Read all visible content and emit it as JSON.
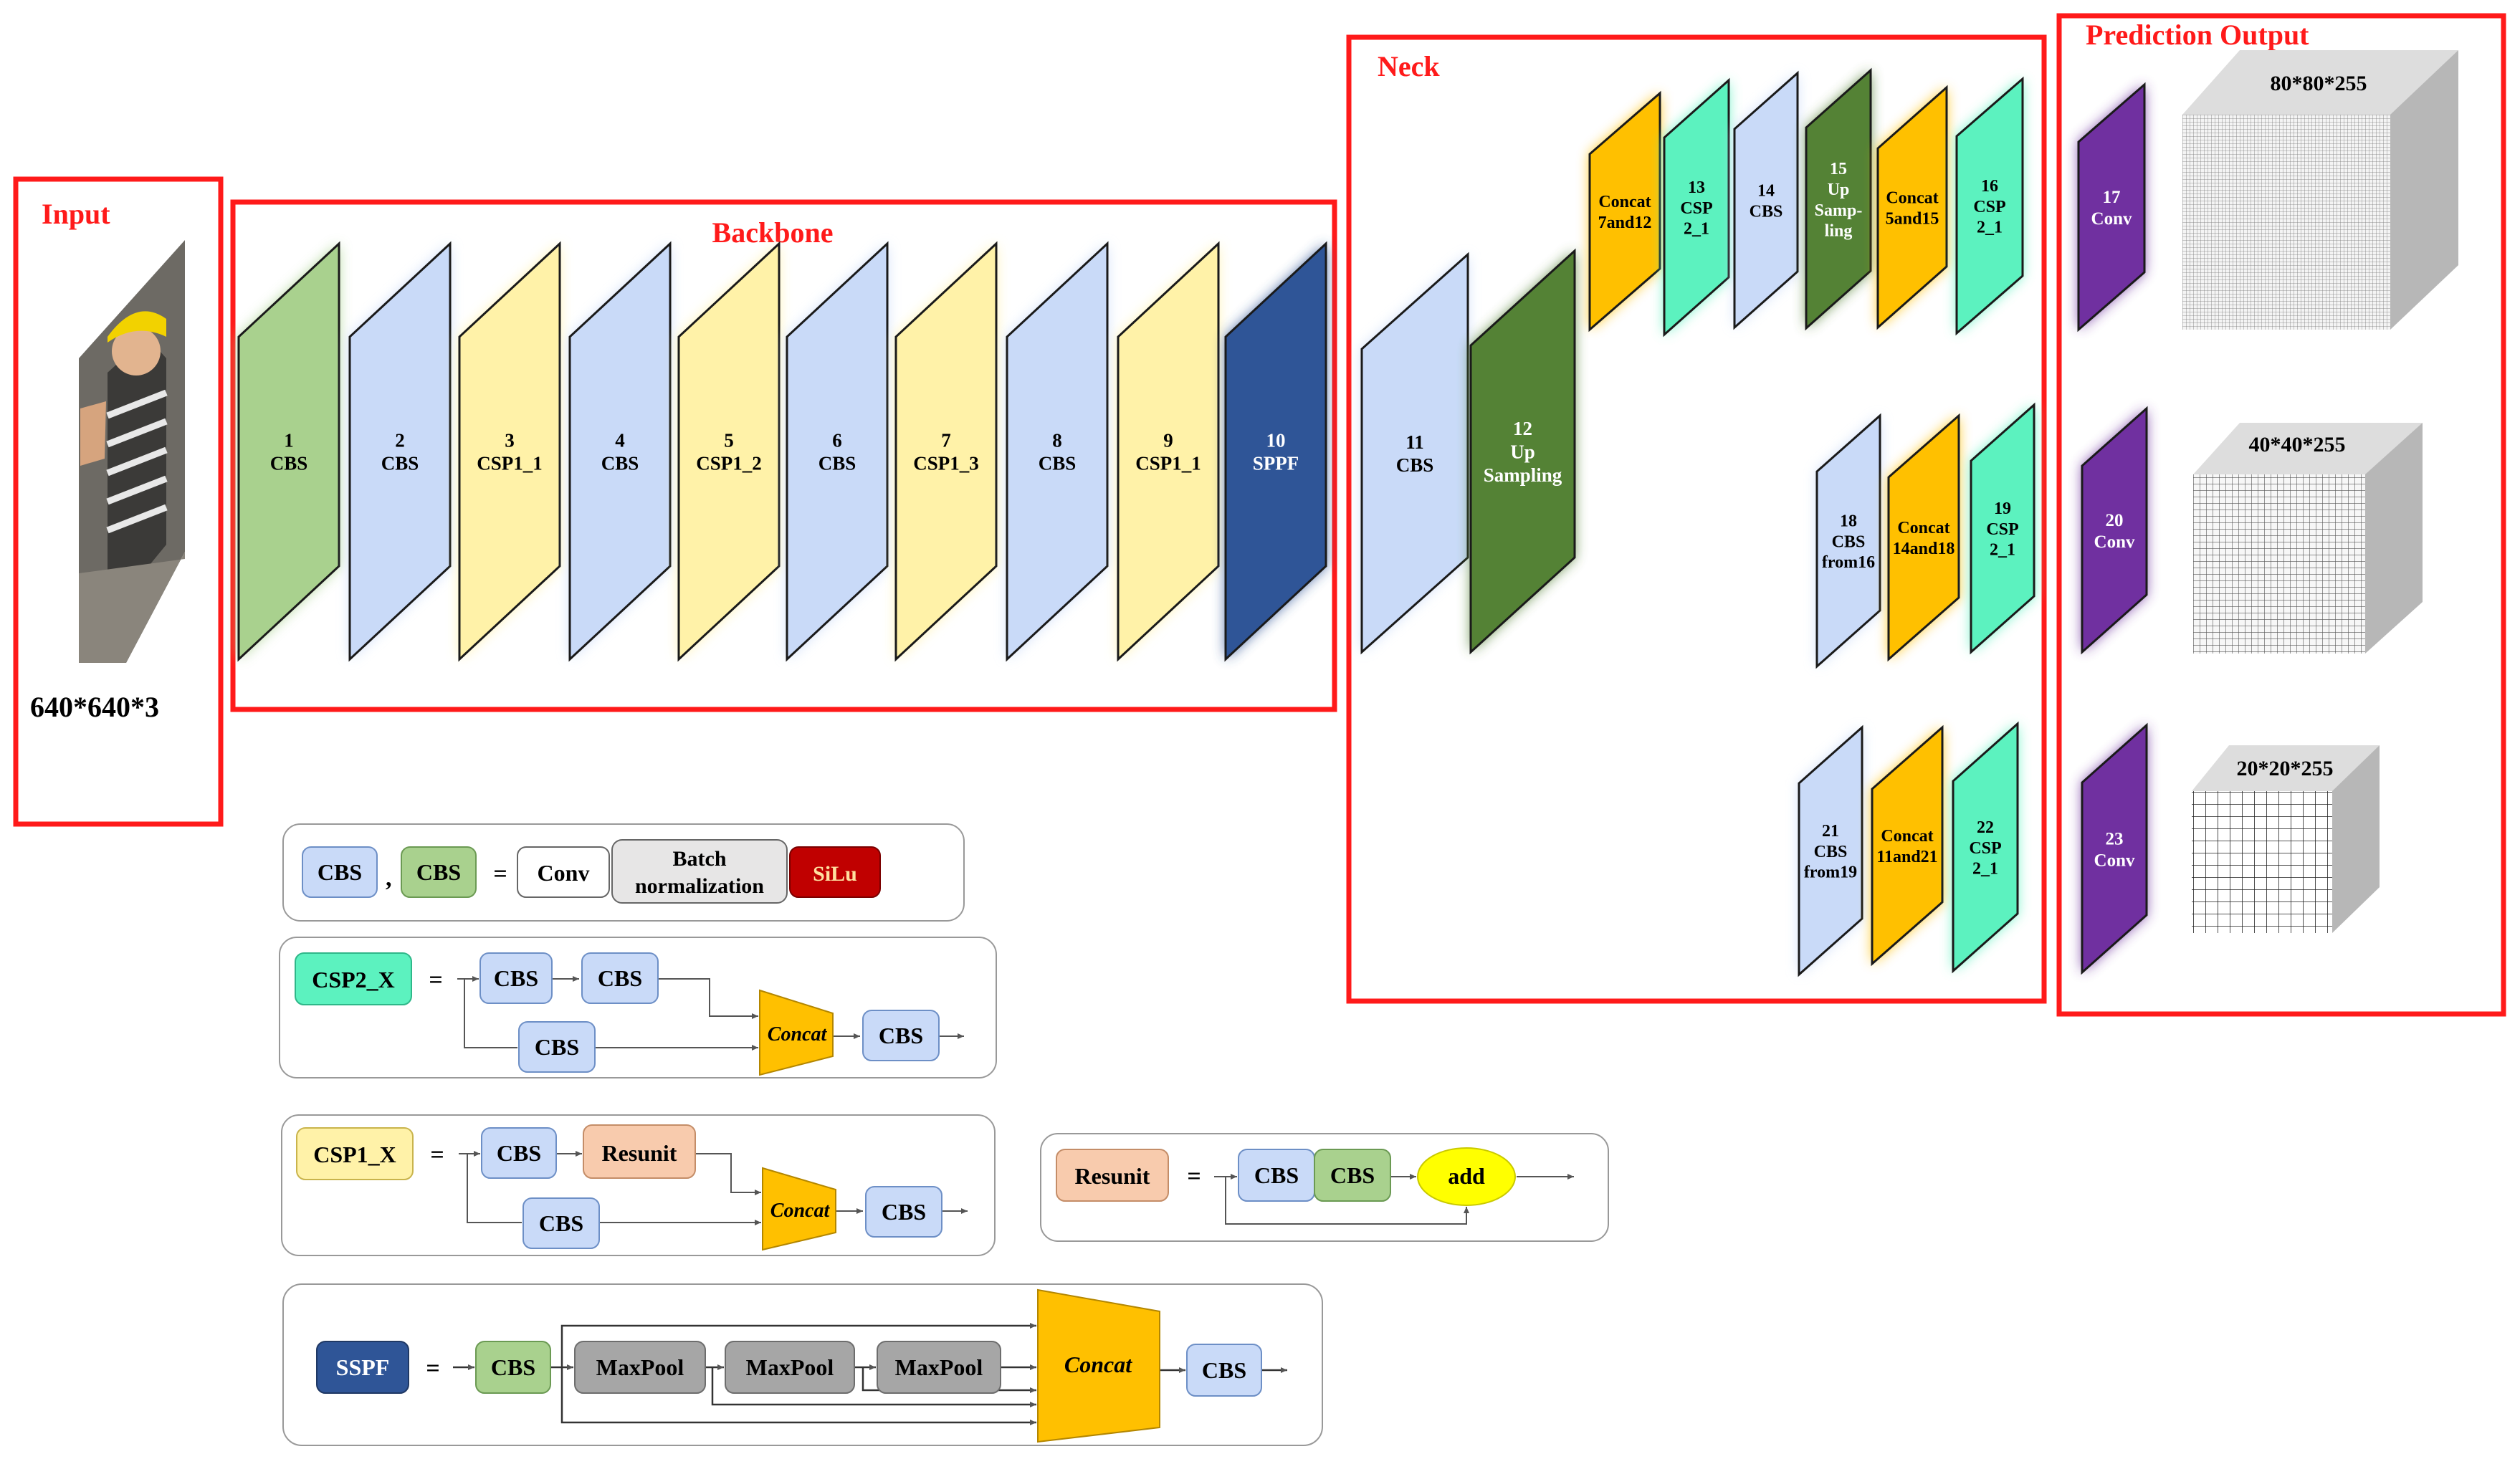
{
  "colors": {
    "frame_red": "#ff1a1a",
    "cbs_blue": "#c9daf8",
    "cbs_green": "#a9d18e",
    "csp1_yellow": "#fff2a8",
    "csp2_mint": "#5cf2bf",
    "concat_gold": "#ffc000",
    "upsample_green": "#548235",
    "sppf_navy": "#2f5597",
    "conv_purple": "#7030a0",
    "silu_red": "#c00000",
    "resunit_peach": "#f8cbad",
    "add_yellow": "#ffff00",
    "maxpool_gray": "#a6a6a6",
    "bn_gray": "#e7e6e6"
  },
  "sections": {
    "input": "Input",
    "backbone": "Backbone",
    "neck": "Neck",
    "prediction": "Prediction Output"
  },
  "input_size": "640*640*3",
  "backbone_layers": [
    {
      "num": "1",
      "name": "CBS"
    },
    {
      "num": "2",
      "name": "CBS"
    },
    {
      "num": "3",
      "name": "CSP1_1"
    },
    {
      "num": "4",
      "name": "CBS"
    },
    {
      "num": "5",
      "name": "CSP1_2"
    },
    {
      "num": "6",
      "name": "CBS"
    },
    {
      "num": "7",
      "name": "CSP1_3"
    },
    {
      "num": "8",
      "name": "CBS"
    },
    {
      "num": "9",
      "name": "CSP1_1"
    },
    {
      "num": "10",
      "name": "SPPF"
    }
  ],
  "neck_layers": {
    "l11": {
      "num": "11",
      "name": "CBS"
    },
    "l12": {
      "num": "12",
      "name": "Up",
      "sub": "Sampling"
    },
    "l13": {
      "num": "Concat",
      "name": "7and12"
    },
    "l14": {
      "num": "13",
      "name": "CSP",
      "sub": "2_1"
    },
    "l15": {
      "num": "14",
      "name": "CBS"
    },
    "l16": {
      "num": "15",
      "name": "Up",
      "sub": "Samp-",
      "sub2": "ling"
    },
    "l17": {
      "num": "Concat",
      "name": "5and15"
    },
    "l18": {
      "num": "16",
      "name": "CSP",
      "sub": "2_1"
    },
    "l19": {
      "num": "18",
      "name": "CBS",
      "sub": "from16"
    },
    "l20": {
      "num": "Concat",
      "name": "14and18"
    },
    "l21": {
      "num": "19",
      "name": "CSP",
      "sub": "2_1"
    },
    "l22": {
      "num": "21",
      "name": "CBS",
      "sub": "from19"
    },
    "l23": {
      "num": "Concat",
      "name": "11and21"
    },
    "l24": {
      "num": "22",
      "name": "CSP",
      "sub": "2_1"
    }
  },
  "prediction_layers": [
    {
      "num": "17",
      "name": "Conv",
      "output": "80*80*255"
    },
    {
      "num": "20",
      "name": "Conv",
      "output": "40*40*255"
    },
    {
      "num": "23",
      "name": "Conv",
      "output": "20*20*255"
    }
  ],
  "legend": {
    "cbs_def": {
      "cbs": "CBS",
      "comma": ",",
      "eq": "=",
      "conv": "Conv",
      "bn_1": "Batch",
      "bn_2": "normalization",
      "silu": "SiLu"
    },
    "csp2_def": {
      "label": "CSP2_X",
      "eq": "=",
      "cbs": "CBS",
      "concat": "Concat"
    },
    "csp1_def": {
      "label": "CSP1_X",
      "eq": "=",
      "cbs": "CBS",
      "resunit": "Resunit",
      "concat": "Concat"
    },
    "resunit_def": {
      "label": "Resunit",
      "eq": "=",
      "cbs": "CBS",
      "add": "add"
    },
    "sppf_def": {
      "label": "SSPF",
      "eq": "=",
      "cbs": "CBS",
      "maxpool": "MaxPool",
      "concat": "Concat"
    }
  }
}
